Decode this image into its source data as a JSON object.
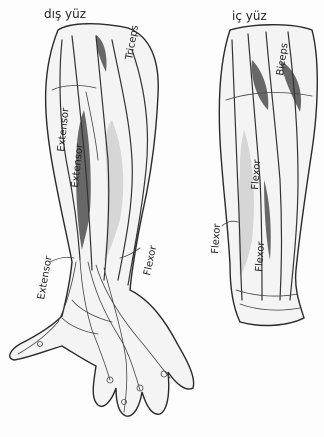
{
  "labels": {
    "outer_title": "dış yüz",
    "inner_title": "iç yüz",
    "outer": {
      "triceps": "Triceps",
      "extensor_upper": "Extensor",
      "extensor_mid": "Extensor",
      "extensor_lower": "Extensor",
      "flexor": "Flexor"
    },
    "inner": {
      "biceps": "Biceps",
      "flexor_upper": "Flexor",
      "flexor_mid": "Flexor",
      "flexor_left": "Flexor"
    }
  },
  "colors": {
    "ink": "#222222",
    "paper": "#fdfdfd"
  }
}
